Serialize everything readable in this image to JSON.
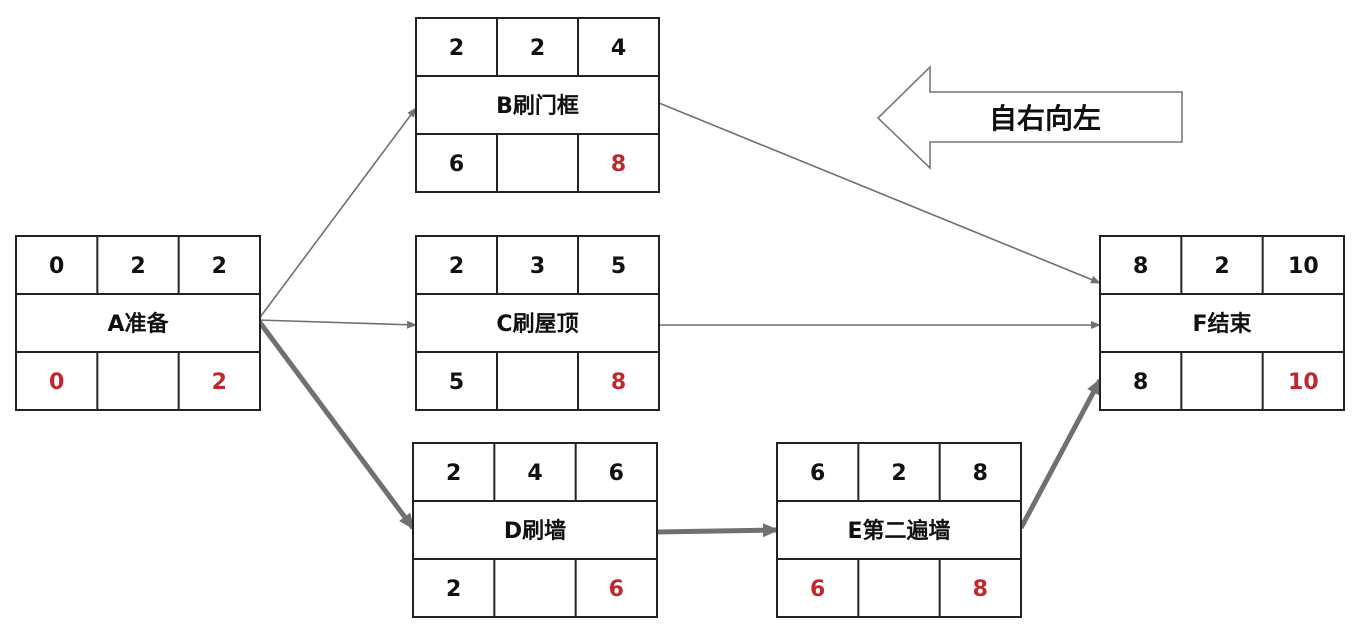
{
  "direction_label": "自右向左",
  "colors": {
    "red_value": "#c0282d",
    "normal_value": "#111111",
    "edge": "#707070"
  },
  "nodes": [
    {
      "id": "a",
      "name": "A准备",
      "top": [
        "0",
        "2",
        "2"
      ],
      "bottom": [
        "0",
        "",
        "2"
      ],
      "red": [
        true,
        false,
        true
      ]
    },
    {
      "id": "b",
      "name": "B刷门框",
      "top": [
        "2",
        "2",
        "4"
      ],
      "bottom": [
        "6",
        "",
        "8"
      ],
      "red": [
        false,
        false,
        true
      ]
    },
    {
      "id": "c",
      "name": "C刷屋顶",
      "top": [
        "2",
        "3",
        "5"
      ],
      "bottom": [
        "5",
        "",
        "8"
      ],
      "red": [
        false,
        false,
        true
      ]
    },
    {
      "id": "d",
      "name": "D刷墙",
      "top": [
        "2",
        "4",
        "6"
      ],
      "bottom": [
        "2",
        "",
        "6"
      ],
      "red": [
        false,
        false,
        true
      ]
    },
    {
      "id": "e",
      "name": "E第二遍墙",
      "top": [
        "6",
        "2",
        "8"
      ],
      "bottom": [
        "6",
        "",
        "8"
      ],
      "red": [
        true,
        false,
        true
      ]
    },
    {
      "id": "f",
      "name": "F结束",
      "top": [
        "8",
        "2",
        "10"
      ],
      "bottom": [
        "8",
        "",
        "10"
      ],
      "red": [
        false,
        false,
        true
      ]
    }
  ],
  "edges": [
    {
      "from": "a",
      "to": "b",
      "critical": false
    },
    {
      "from": "a",
      "to": "c",
      "critical": false
    },
    {
      "from": "a",
      "to": "d",
      "critical": true
    },
    {
      "from": "b",
      "to": "f",
      "critical": false
    },
    {
      "from": "c",
      "to": "f",
      "critical": false
    },
    {
      "from": "d",
      "to": "e",
      "critical": true
    },
    {
      "from": "e",
      "to": "f",
      "critical": true
    }
  ]
}
